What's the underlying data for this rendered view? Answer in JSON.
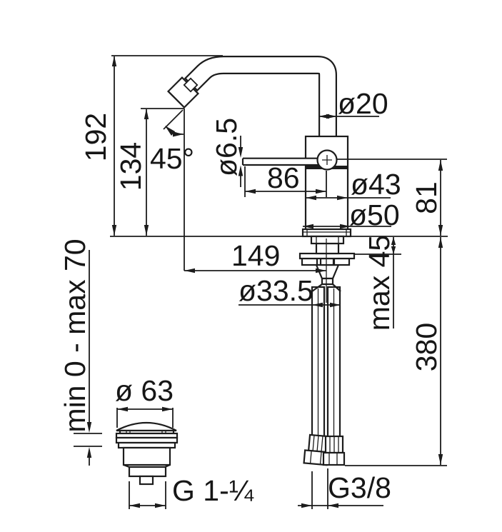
{
  "drawing": {
    "subject": "bidet-single-lever-mixer-technical-drawing",
    "line_color": "#1c1c1c",
    "background_color": "#ffffff",
    "labels": {
      "spout_height": "192",
      "outlet_height": "134",
      "spout_angle": "45°",
      "lever_diameter": "ø6.5",
      "lever_length": "86",
      "spout_tube_diameter": "ø20",
      "body_diameter": "ø43",
      "base_diameter": "ø50",
      "body_height": "81",
      "spout_reach": "149",
      "shank_diameter": "ø33.5",
      "max_deck_thickness": "max 45",
      "hose_length": "380",
      "drain_deck_range": "min 0 - max 70",
      "drain_cap_diameter": "ø 63",
      "drain_thread": "G 1-¼",
      "hose_thread": "G3/8"
    }
  }
}
